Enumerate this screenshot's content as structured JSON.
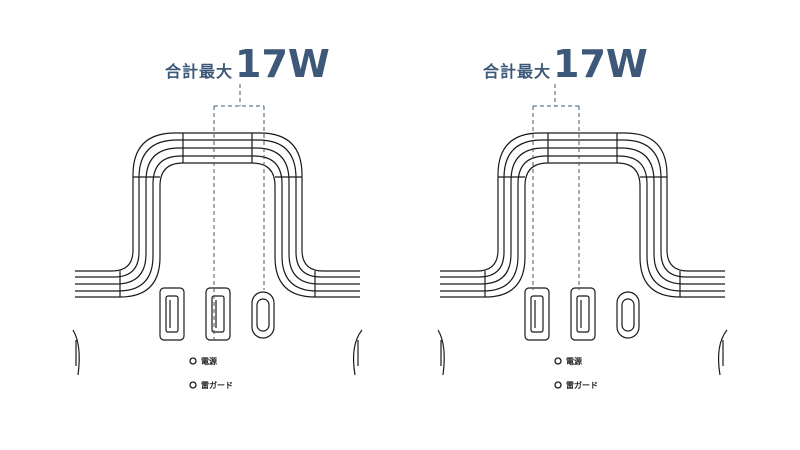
{
  "panels": [
    {
      "callout_label": "合計最大",
      "callout_value": "17W",
      "indicator_power": "電源",
      "indicator_guard": "雷ガード"
    },
    {
      "callout_label": "合計最大",
      "callout_value": "17W",
      "indicator_power": "電源",
      "indicator_guard": "雷ガード"
    }
  ],
  "colors": {
    "accent": "#3d5878",
    "line": "#1a1a1a"
  }
}
